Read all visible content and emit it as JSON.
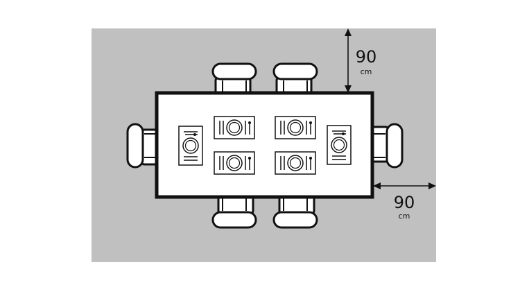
{
  "colors": {
    "floor_area": "#c0c0c0",
    "table": "#ffffff",
    "outline": "#111111",
    "background": "#ffffff"
  },
  "dimensions": {
    "top_clearance": {
      "value": "90",
      "unit": "cm"
    },
    "side_clearance": {
      "value": "90",
      "unit": "cm"
    }
  },
  "icons": [
    "chair-icon",
    "plate-icon",
    "fork-icon",
    "knife-icon",
    "spoon-icon",
    "dimension-arrow-icon"
  ]
}
